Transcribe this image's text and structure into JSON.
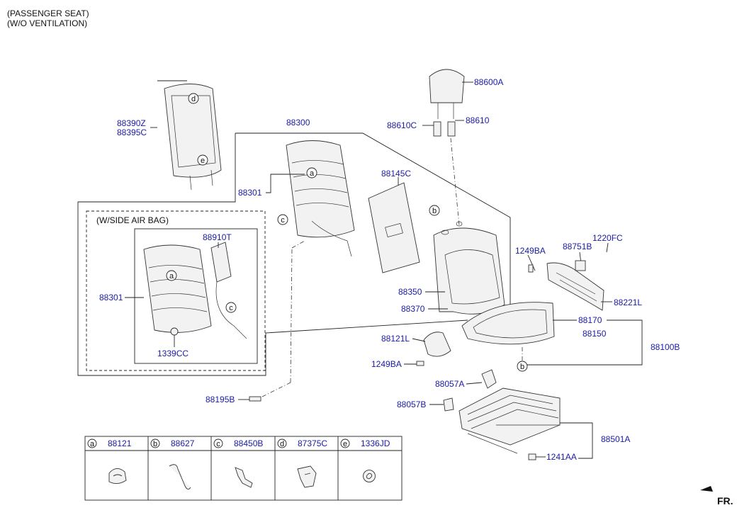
{
  "header": {
    "line1": "(PASSENGER SEAT)",
    "line2": "(W/O VENTILATION)"
  },
  "side_airbag_box_title": "(W/SIDE AIR BAG)",
  "part_numbers": {
    "p88390Z": "88390Z",
    "p88395C": "88395C",
    "p88300": "88300",
    "p88301_top": "88301",
    "p88600A": "88600A",
    "p88610C": "88610C",
    "p88610": "88610",
    "p88145C": "88145C",
    "p88910T": "88910T",
    "p88301_airbag": "88301",
    "p1339CC": "1339CC",
    "p1249BA_right": "1249BA",
    "p88751B": "88751B",
    "p1220FC": "1220FC",
    "p88221L": "88221L",
    "p88350": "88350",
    "p88370": "88370",
    "p88170": "88170",
    "p88150": "88150",
    "p88100B": "88100B",
    "p88121L": "88121L",
    "p1249BA_left": "1249BA",
    "p88057A": "88057A",
    "p88057B": "88057B",
    "p88195B": "88195B",
    "p88501A": "88501A",
    "p1241AA": "1241AA"
  },
  "callouts": {
    "a": "a",
    "b": "b",
    "c": "c",
    "d": "d",
    "e": "e"
  },
  "legend": [
    {
      "letter": "a",
      "part": "88121",
      "icon": "clip-icon"
    },
    {
      "letter": "b",
      "part": "88627",
      "icon": "wire-hook-icon"
    },
    {
      "letter": "c",
      "part": "88450B",
      "icon": "connector-bracket-icon"
    },
    {
      "letter": "d",
      "part": "87375C",
      "icon": "bracket-icon"
    },
    {
      "letter": "e",
      "part": "1336JD",
      "icon": "grommet-icon"
    }
  ],
  "front_indicator": "FR.",
  "colors": {
    "part_number": "#1a1aa6",
    "line": "#222222",
    "background": "#ffffff"
  }
}
